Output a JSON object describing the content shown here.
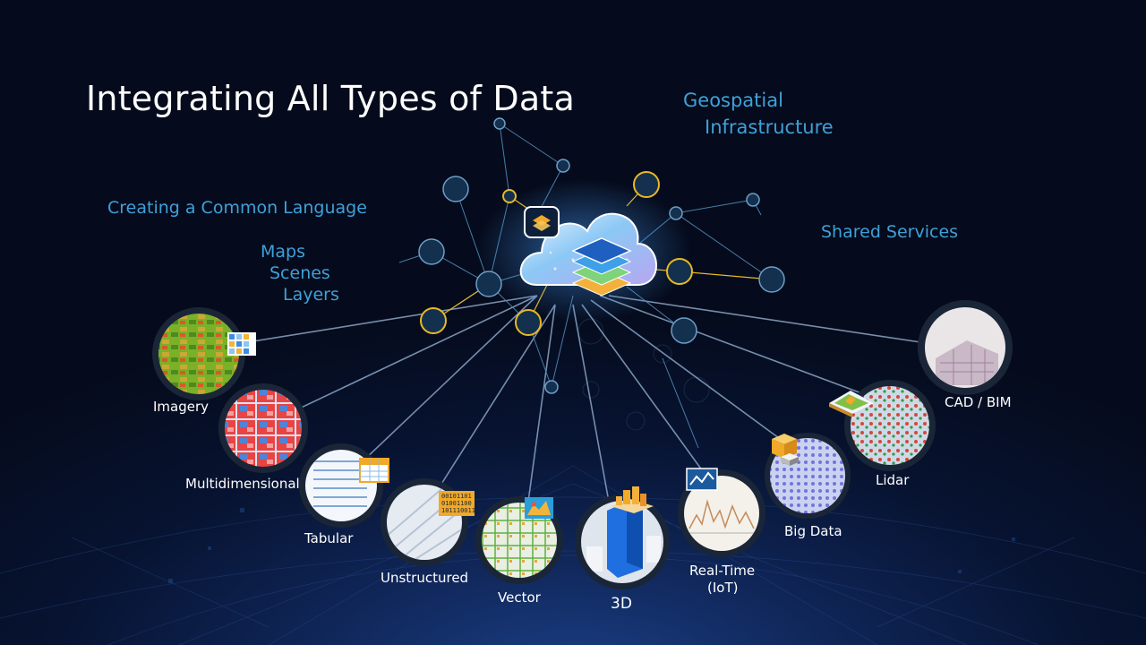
{
  "slide": {
    "title": "Integrating All Types of Data",
    "callouts": {
      "geospatial_line1": "Geospatial",
      "geospatial_line2": "Infrastructure",
      "common_language": "Creating a Common Language",
      "maps": "Maps",
      "scenes": "Scenes",
      "layers": "Layers",
      "shared_services": "Shared Services"
    },
    "data_types": [
      {
        "label": "Imagery",
        "icon": "imagery-icon"
      },
      {
        "label": "Multidimensional",
        "icon": "multidimensional-icon"
      },
      {
        "label": "Tabular",
        "icon": "tabular-icon"
      },
      {
        "label": "Unstructured",
        "icon": "unstructured-icon"
      },
      {
        "label": "Vector",
        "icon": "vector-icon"
      },
      {
        "label": "3D",
        "icon": "3d-icon"
      },
      {
        "label": "Real-Time",
        "label2": "(IoT)",
        "icon": "realtime-iot-icon"
      },
      {
        "label": "Big Data",
        "icon": "big-data-icon"
      },
      {
        "label": "Lidar",
        "icon": "lidar-icon"
      },
      {
        "label": "CAD / BIM",
        "icon": "cad-bim-icon"
      }
    ],
    "binary_text": [
      "00101101",
      "01001100",
      "101110011"
    ],
    "colors": {
      "accent_blue": "#3fa0d8",
      "node_gold": "#e8b923",
      "node_fill": "#14304f",
      "background": "#050b1c"
    }
  }
}
